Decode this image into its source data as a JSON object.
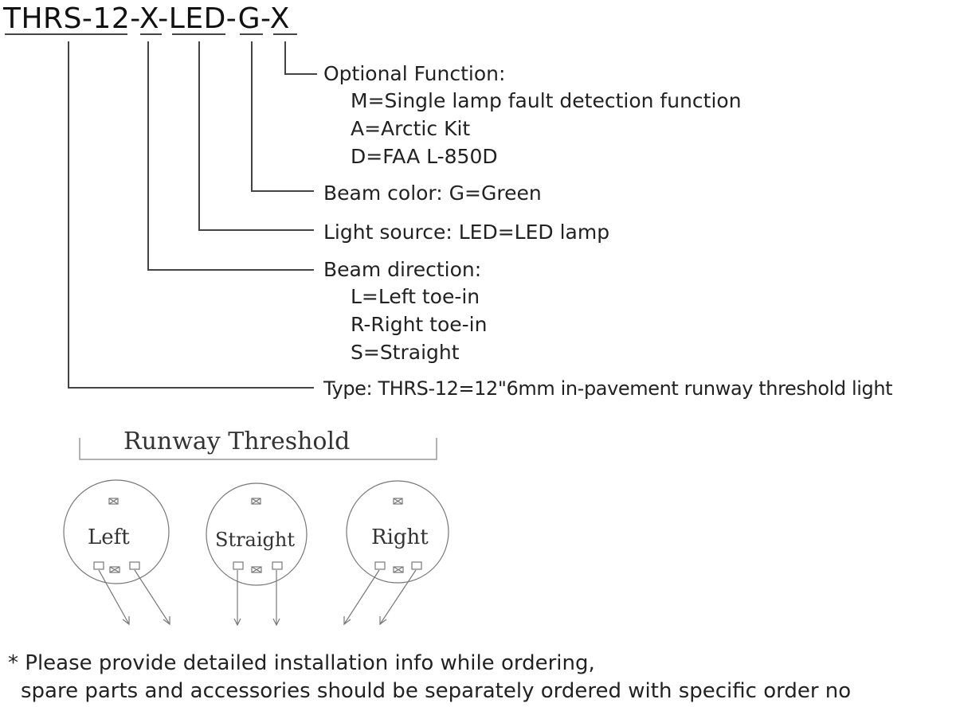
{
  "part_number": "THRS-12-X-LED-G-X",
  "callouts": {
    "optional_function": {
      "title": "Optional Function:",
      "options": [
        "M=Single lamp fault detection function",
        "A=Arctic Kit",
        "D=FAA L-850D"
      ]
    },
    "beam_color": {
      "title": "Beam color: G=Green"
    },
    "light_source": {
      "title": "Light source: LED=LED lamp"
    },
    "beam_direction": {
      "title": "Beam direction:",
      "options": [
        "L=Left toe-in",
        "R-Right toe-in",
        "S=Straight"
      ]
    },
    "type": {
      "title": "Type: THRS-12=12\"6mm in-pavement runway threshold light"
    }
  },
  "threshold_diagram": {
    "title": "Runway Threshold",
    "lights": [
      {
        "label": "Left",
        "direction": "left-toe-in"
      },
      {
        "label": "Straight",
        "direction": "straight"
      },
      {
        "label": "Right",
        "direction": "right-toe-in"
      }
    ]
  },
  "footnote": {
    "line1": "* Please provide detailed installation info while ordering,",
    "line2": "spare parts and accessories should be separately ordered with specific order no"
  },
  "colors": {
    "line": "#444444",
    "text": "#222222",
    "diagram": "#888888"
  }
}
